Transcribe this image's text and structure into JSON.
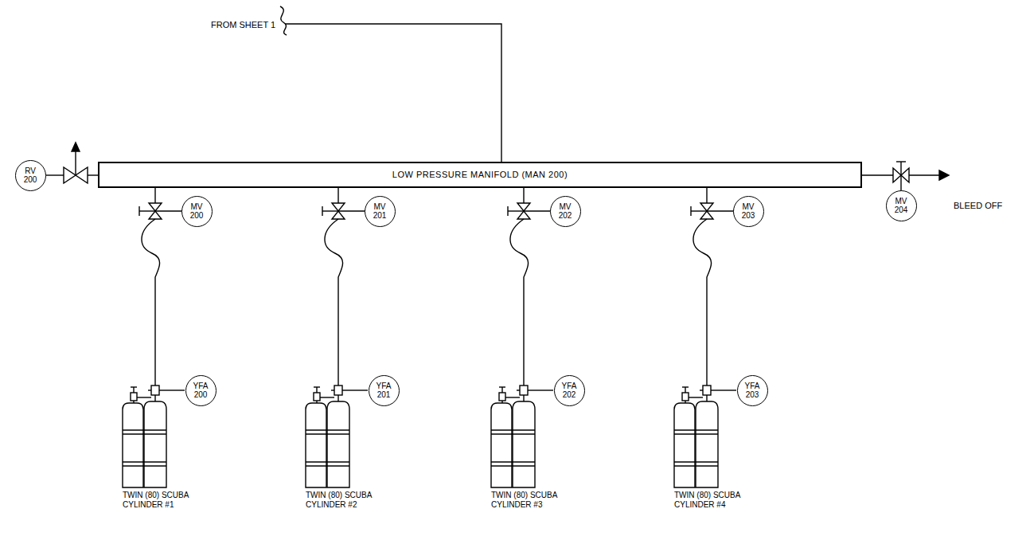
{
  "diagram": {
    "nodes": [
      {
        "text": [
          "RV 200"
        ]
      },
      {
        "text": [
          "LOW PRESSURE MANIFOLD (MAN 200)"
        ]
      },
      {
        "text": [
          "MV 204"
        ]
      },
      {
        "text": [
          "MV 200"
        ]
      },
      {
        "text": [
          "MV 201"
        ]
      },
      {
        "text": [
          "MV 202"
        ]
      },
      {
        "text": [
          "MV 203"
        ]
      },
      {
        "text": [
          "YFA 200"
        ]
      },
      {
        "text": [
          "YFA 201"
        ]
      },
      {
        "text": [
          "YFA 202"
        ]
      },
      {
        "text": [
          "YFA 203"
        ]
      }
    ],
    "labels": [
      "FROM SHEET 1",
      "BLEED OFF",
      "TWIN (80) SCUBA CYLINDER #1",
      "TWIN (80) SCUBA CYLINDER #2",
      "TWIN (80) SCUBA CYLINDER #3",
      "TWIN (80) SCUBA CYLINDER #4"
    ]
  }
}
